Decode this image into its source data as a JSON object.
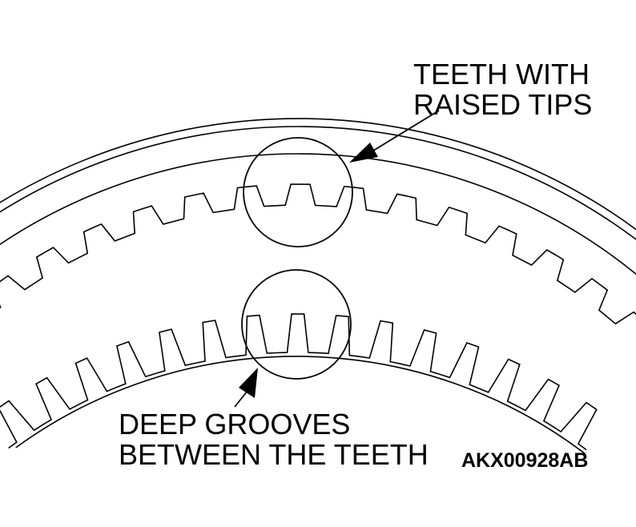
{
  "callouts": {
    "upper": {
      "line1": "TEETH WITH",
      "line2": "RAISED TIPS"
    },
    "lower": {
      "line1": "DEEP GROOVES",
      "line2": "BETWEEN THE TEETH"
    }
  },
  "figure_code": "AKX00928AB",
  "colors": {
    "ink": "#000000",
    "background": "#ffffff"
  }
}
